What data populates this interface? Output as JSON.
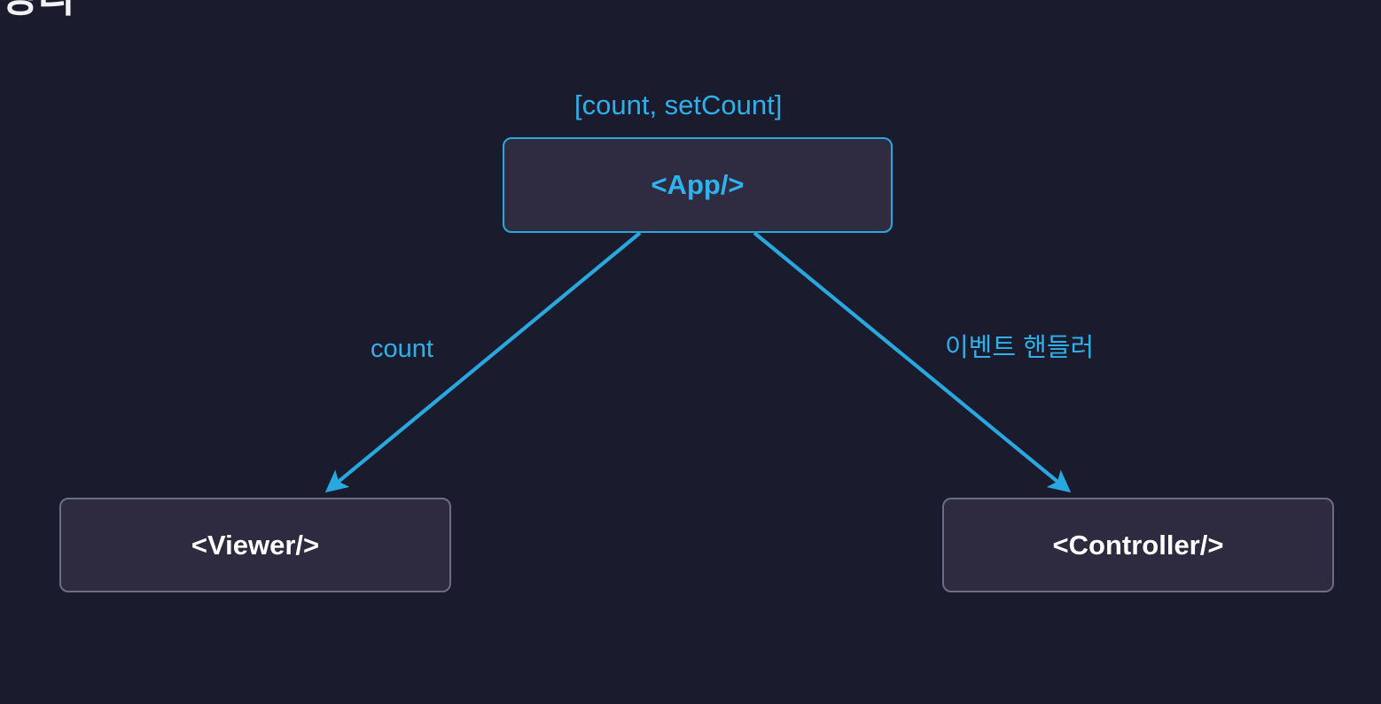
{
  "page": {
    "title": "정리",
    "background_color": "#1b1b2e"
  },
  "colors": {
    "background": "#1b1b2e",
    "node_fill": "#2e2b40",
    "accent_cyan": "#29a8e0",
    "accent_cyan_text": "#2fb3ef",
    "node_border_muted": "#6e6b83",
    "text_white": "#ffffff"
  },
  "diagram": {
    "type": "component-tree",
    "nodes": [
      {
        "id": "app",
        "label": "<App/>",
        "state_label": "[count, setCount]",
        "border_color": "#29a8e0",
        "text_color": "#2fb3ef"
      },
      {
        "id": "viewer",
        "label": "<Viewer/>",
        "border_color": "#6e6b83",
        "text_color": "#ffffff"
      },
      {
        "id": "controller",
        "label": "<Controller/>",
        "border_color": "#6e6b83",
        "text_color": "#ffffff"
      }
    ],
    "edges": [
      {
        "id": "app-to-viewer",
        "from": "app",
        "to": "viewer",
        "label": "count",
        "color": "#29a8e0"
      },
      {
        "id": "app-to-controller",
        "from": "app",
        "to": "controller",
        "label": "이벤트 핸들러",
        "color": "#29a8e0"
      }
    ]
  }
}
